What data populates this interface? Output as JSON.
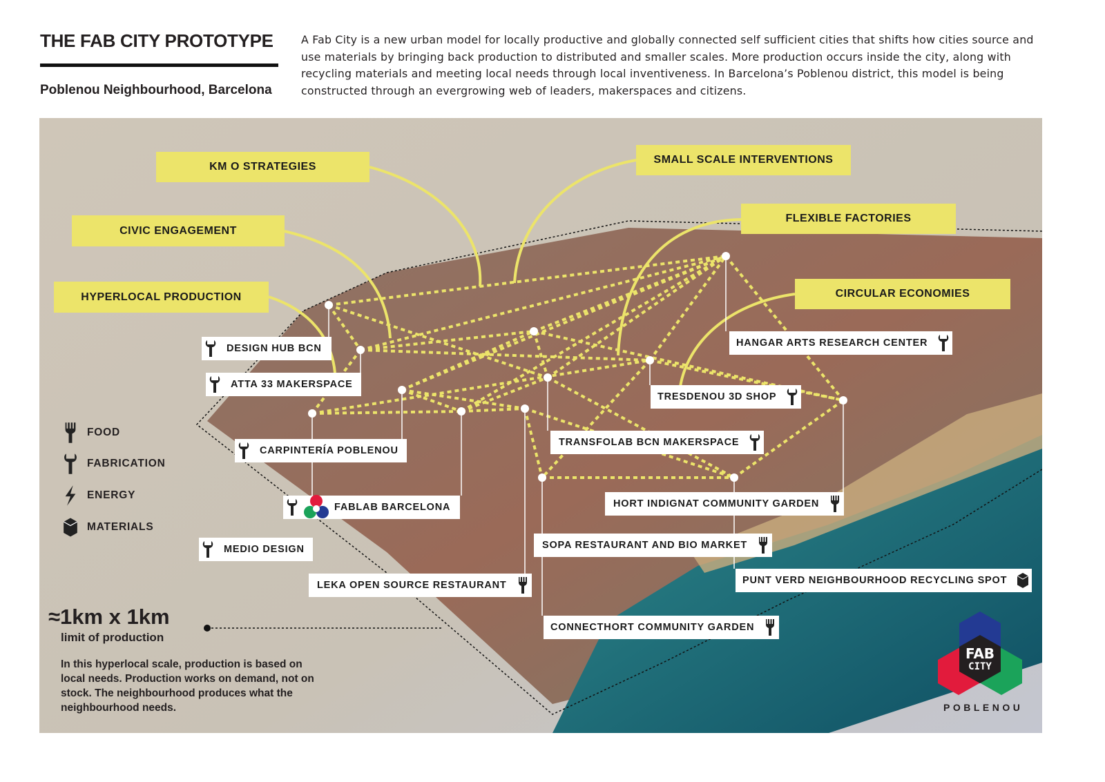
{
  "header": {
    "title": "THE FAB CITY PROTOTYPE",
    "subtitle": "Poblenou Neighbourhood, Barcelona",
    "intro": "A Fab City is a new urban model for locally productive and globally connected self sufficient cities that shifts how cities source and use materials by bringing back production to distributed and smaller scales. More production occurs inside the city, along with recycling materials and meeting local needs through local inventiveness. In Barcelona’s Poblenou district, this model is being constructed through an evergrowing web of leaders, makerspaces and citizens."
  },
  "strategies": [
    "KM O STRATEGIES",
    "SMALL SCALE INTERVENTIONS",
    "FLEXIBLE FACTORIES",
    "CIVIC ENGAGEMENT",
    "HYPERLOCAL PRODUCTION",
    "CIRCULAR ECONOMIES"
  ],
  "places": [
    {
      "name": "DESIGN HUB BCN",
      "icon": "fabrication"
    },
    {
      "name": "ATTA 33 MAKERSPACE",
      "icon": "fabrication"
    },
    {
      "name": "CARPINTERÍA POBLENOU",
      "icon": "fabrication"
    },
    {
      "name": "FABLAB BARCELONA",
      "icon": "fabrication"
    },
    {
      "name": "MEDIO DESIGN",
      "icon": "fabrication"
    },
    {
      "name": "LEKA OPEN SOURCE RESTAURANT",
      "icon": "food"
    },
    {
      "name": "HANGAR ARTS RESEARCH CENTER",
      "icon": "fabrication"
    },
    {
      "name": "TRESDENOU 3D SHOP",
      "icon": "fabrication"
    },
    {
      "name": "TRANSFOLAB BCN MAKERSPACE",
      "icon": "fabrication"
    },
    {
      "name": "HORT INDIGNAT COMMUNITY GARDEN",
      "icon": "food"
    },
    {
      "name": "SOPA RESTAURANT AND BIO MARKET",
      "icon": "food"
    },
    {
      "name": "PUNT VERD NEIGHBOURHOOD RECYCLING SPOT",
      "icon": "materials"
    },
    {
      "name": "CONNECTHORT COMMUNITY GARDEN",
      "icon": "food"
    }
  ],
  "legend": [
    {
      "label": "FOOD",
      "icon": "food"
    },
    {
      "label": "FABRICATION",
      "icon": "fabrication"
    },
    {
      "label": "ENERGY",
      "icon": "energy"
    },
    {
      "label": "MATERIALS",
      "icon": "materials"
    }
  ],
  "scale": {
    "size": "≈1km x 1km",
    "label": "limit of production",
    "description": "In this hyperlocal scale, production is based on local needs. Production works on demand, not on stock. The neighbourhood produces what the neighbourhood needs."
  },
  "logo": {
    "text1": "FAB",
    "text2": "CITY",
    "place": "POBLENOU"
  },
  "colors": {
    "highlight": "#ece46a",
    "blue": "#233a93",
    "red": "#e21b3c",
    "green": "#1ba35a"
  }
}
